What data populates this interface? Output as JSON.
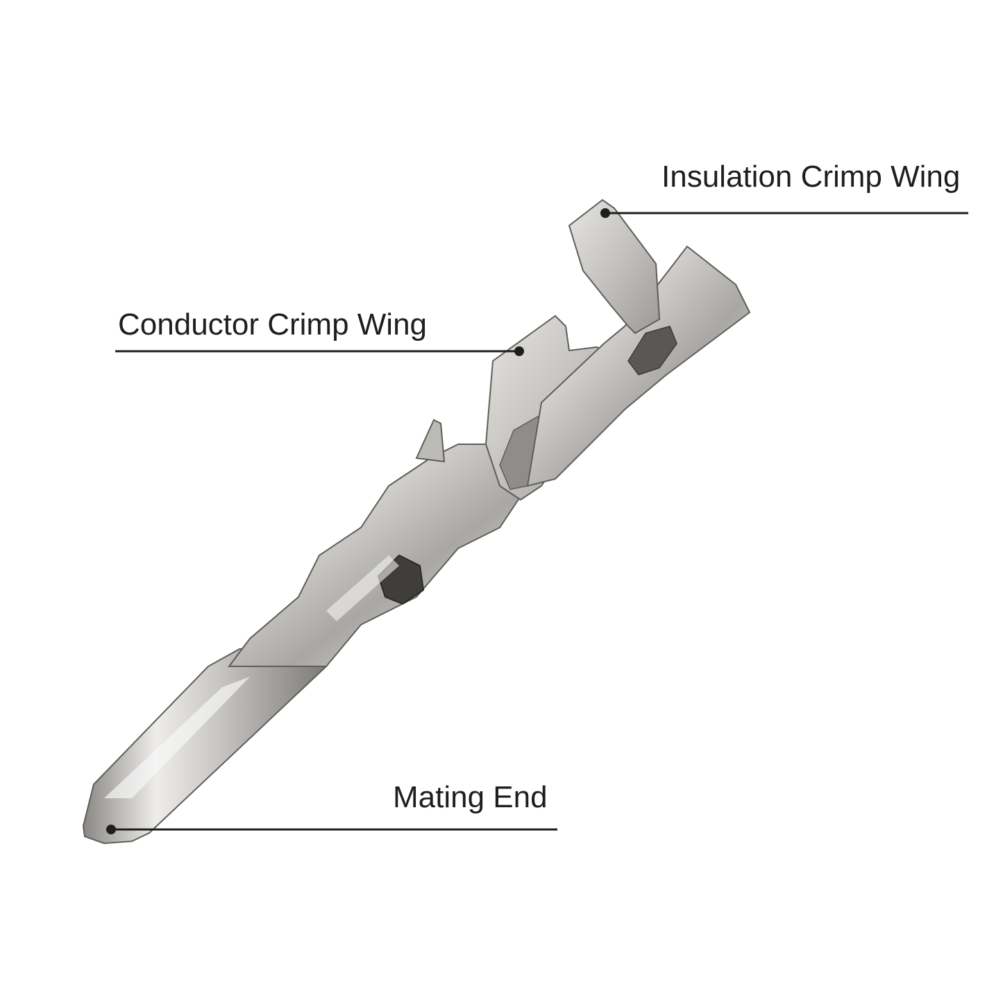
{
  "callouts": {
    "insulation_crimp_wing": "Insulation Crimp Wing",
    "conductor_crimp_wing": "Conductor Crimp Wing",
    "mating_end": "Mating End"
  },
  "colors": {
    "background": "#ffffff",
    "text": "#1e1e1e",
    "leader_line": "#1e1e1e",
    "metal_light": "#e9e8e6",
    "metal_mid": "#b9b7b3",
    "metal_dark": "#6f6d69"
  }
}
